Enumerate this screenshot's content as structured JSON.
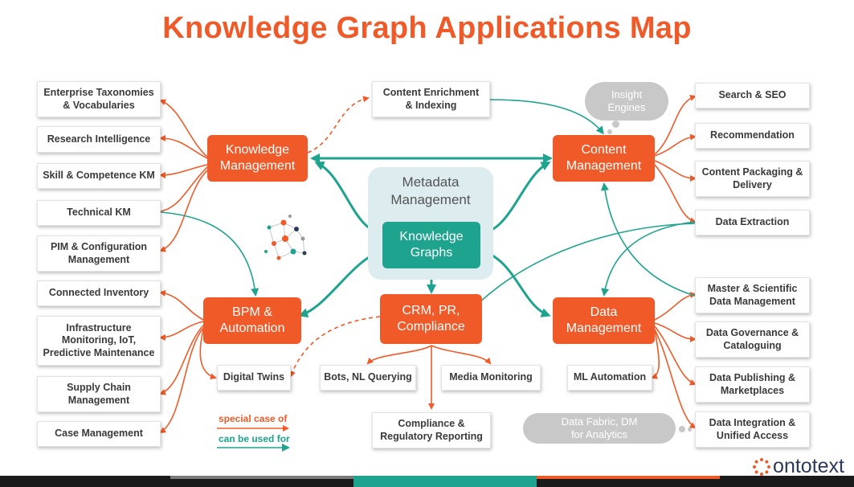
{
  "title": "Knowledge Graph Applications Map",
  "colors": {
    "accent": "#f05a28",
    "teal": "#1ea48e",
    "panel": "#dcecef",
    "cloud": "#c8c8c8",
    "text": "#3a3a3a"
  },
  "left_column": [
    "Enterprise Taxonomies\n& Vocabularies",
    "Research Intelligence",
    "Skill & Competence KM",
    "Technical KM",
    "PIM & Configuration\nManagement",
    "Connected Inventory",
    "Infrastructure\nMonitoring, IoT,\nPredictive Maintenance",
    "Supply Chain\nManagement",
    "Case Management"
  ],
  "right_column": [
    "Search & SEO",
    "Recommendation",
    "Content Packaging &\nDelivery",
    "Data Extraction",
    "Master & Scientific\nData Management",
    "Data Governance &\nCataloguing",
    "Data Publishing &\nMarketplaces",
    "Data Integration &\nUnified Access"
  ],
  "center_boxes": {
    "content_enrichment": "Content Enrichment\n& Indexing",
    "digital_twins": "Digital Twins",
    "bots": "Bots, NL Querying",
    "media": "Media Monitoring",
    "ml": "ML Automation",
    "compliance": "Compliance &\nRegulatory Reporting"
  },
  "hubs": {
    "knowledge_management": "Knowledge\nManagement",
    "content_management": "Content\nManagement",
    "bpm": "BPM &\nAutomation",
    "crm": "CRM, PR,\nCompliance",
    "data_management": "Data\nManagement"
  },
  "metadata": {
    "label": "Metadata\nManagement",
    "core": "Knowledge\nGraphs"
  },
  "clouds": {
    "insight": "Insight\nEngines",
    "data_fabric": "Data Fabric, DM\nfor Analytics"
  },
  "legend": {
    "special": "special case of",
    "used": "can be used for"
  },
  "brand": "ontotext"
}
